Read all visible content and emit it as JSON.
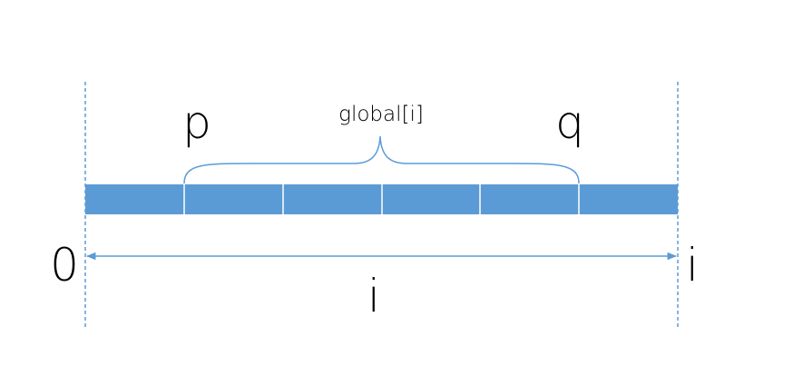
{
  "labels": {
    "brace_label": "global[i]",
    "left_marker": "p",
    "right_marker": "q",
    "start_label": "0",
    "end_label": "i",
    "span_label": "i"
  },
  "array": {
    "segments": 6
  },
  "colors": {
    "bar": "#5B9BD5",
    "divider": "#ffffff",
    "line": "#5B9BD5",
    "text": "#000000"
  }
}
